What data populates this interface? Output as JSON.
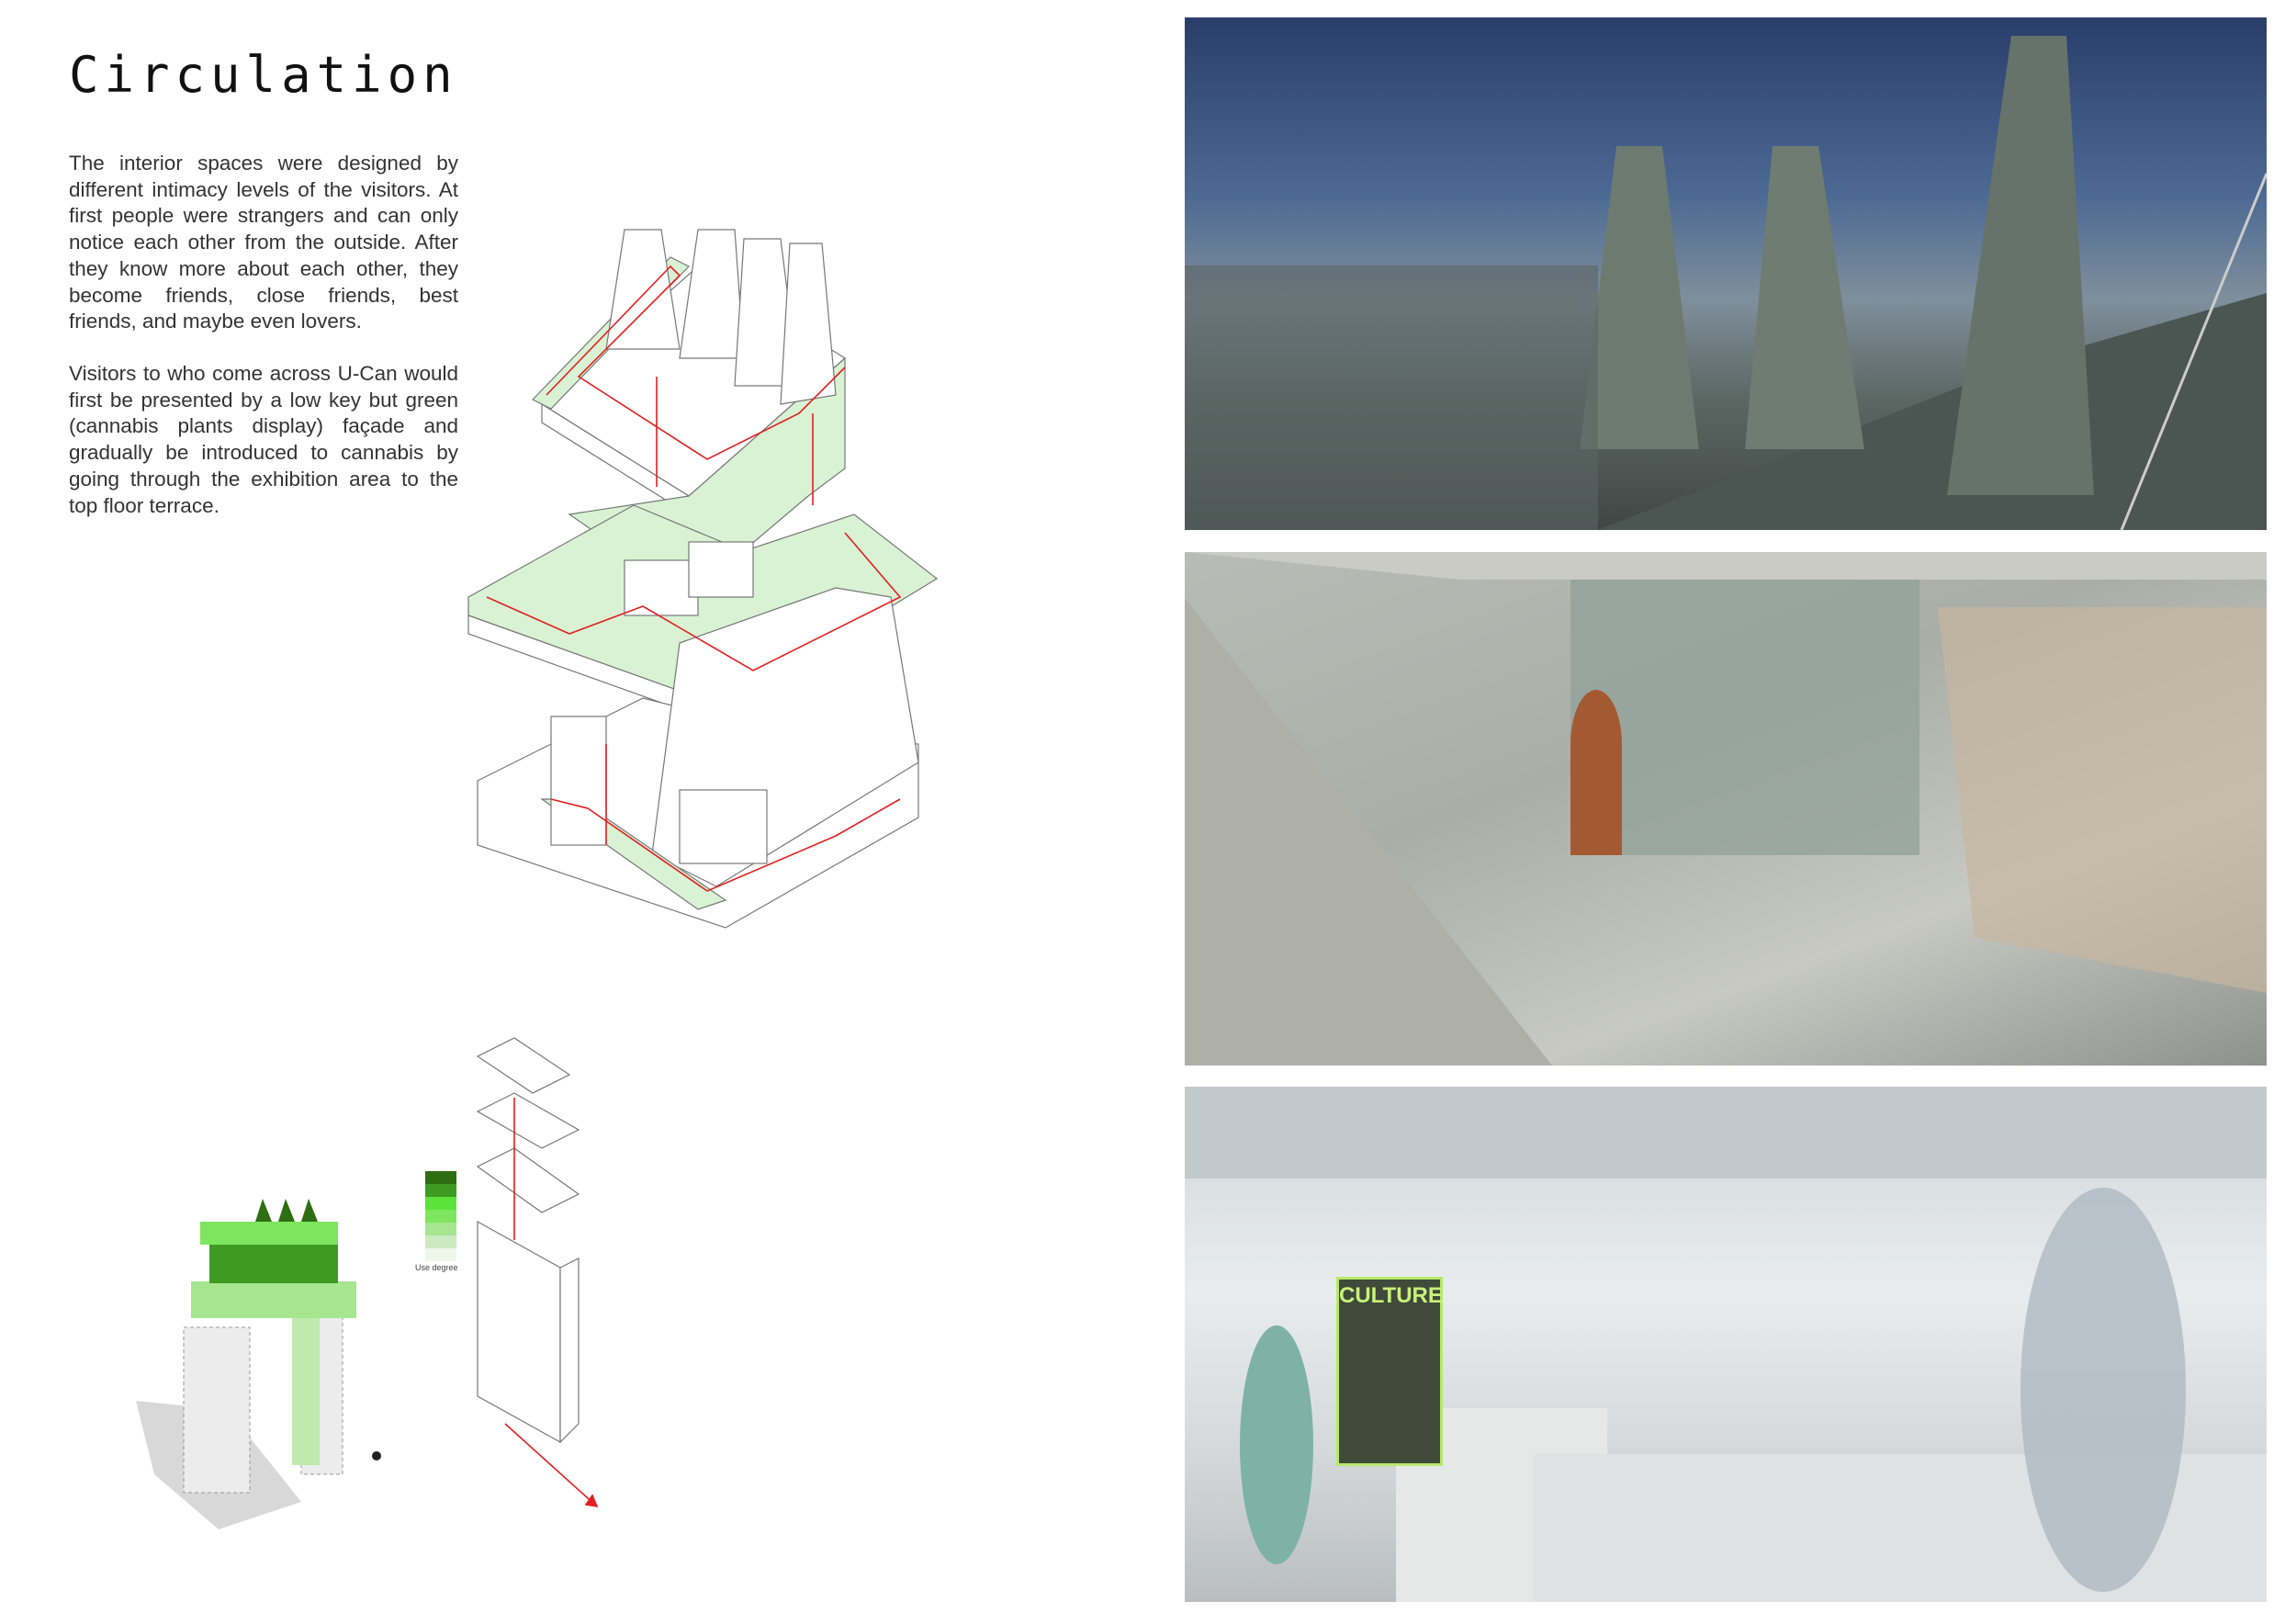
{
  "title": "Circulation",
  "paragraphs": [
    "The interior spaces were designed by different intimacy levels of the visitors. At first people were strangers and can only notice each other from the outside. After they know more about each other, they become friends, close friends, best friends, and maybe even lovers.",
    "Visitors to who come across U-Can would first be presented by a low key but green (cannabis plants display) façade and gradually be introduced to cannabis by going through the exhibition area to the top floor terrace."
  ],
  "legend": {
    "label": "Use degree",
    "colors": [
      "#2e6e12",
      "#3f9a22",
      "#5ce33a",
      "#7ee65e",
      "#a5e68f",
      "#cde9c2",
      "#eef8ea"
    ]
  },
  "renderings": {
    "poster_text": "CULTURE"
  },
  "colors": {
    "circulation_path": "#e02020",
    "highlight_floor": "#d9f2d4",
    "accent_green": "#7fe06a"
  }
}
